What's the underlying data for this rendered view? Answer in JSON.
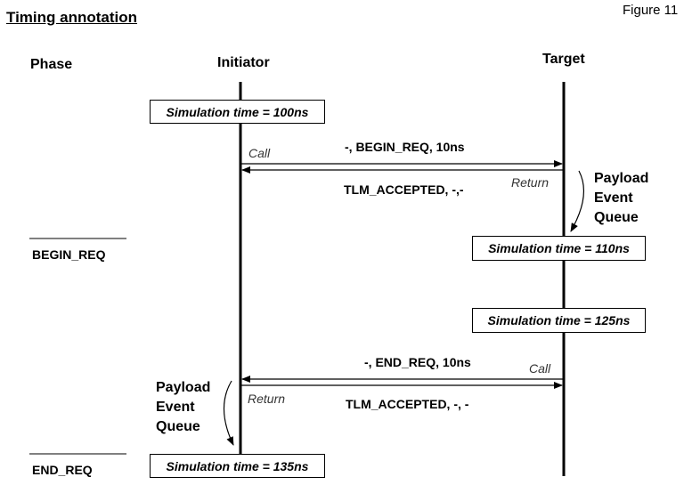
{
  "title": "Timing annotation",
  "figure_label": "Figure 11",
  "headers": {
    "phase": "Phase",
    "initiator": "Initiator",
    "target": "Target"
  },
  "phases": [
    "BEGIN_REQ",
    "END_REQ"
  ],
  "sim_times": {
    "t100": "Simulation time = 100ns",
    "t110": "Simulation time = 110ns",
    "t125": "Simulation time = 125ns",
    "t135": "Simulation time = 135ns"
  },
  "messages": {
    "begin_req": "-, BEGIN_REQ, 10ns",
    "accepted_1": "TLM_ACCEPTED, -,-",
    "end_req": "-, END_REQ, 10ns",
    "accepted_2": "TLM_ACCEPTED, -, -"
  },
  "annotations": {
    "call": "Call",
    "return": "Return"
  },
  "payload_queue": {
    "line1": "Payload",
    "line2": "Event",
    "line3": "Queue"
  }
}
